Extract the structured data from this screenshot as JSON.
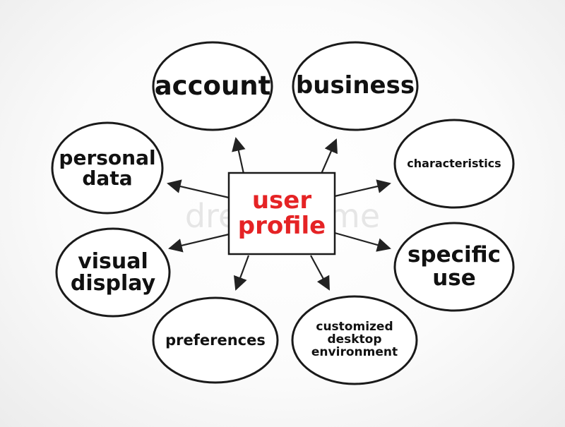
{
  "center": {
    "label": "user\nprofile",
    "color": "#e52325"
  },
  "nodes": [
    {
      "id": "account",
      "label": "account"
    },
    {
      "id": "business",
      "label": "business"
    },
    {
      "id": "personal-data",
      "label": "personal\ndata"
    },
    {
      "id": "characteristics",
      "label": "characteristics"
    },
    {
      "id": "visual-display",
      "label": "visual\ndisplay"
    },
    {
      "id": "specific-use",
      "label": "specific\nuse"
    },
    {
      "id": "preferences",
      "label": "preferences"
    },
    {
      "id": "customized-desktop-environment",
      "label": "customized\ndesktop\nenvironment"
    }
  ],
  "watermark": "dreamstime"
}
